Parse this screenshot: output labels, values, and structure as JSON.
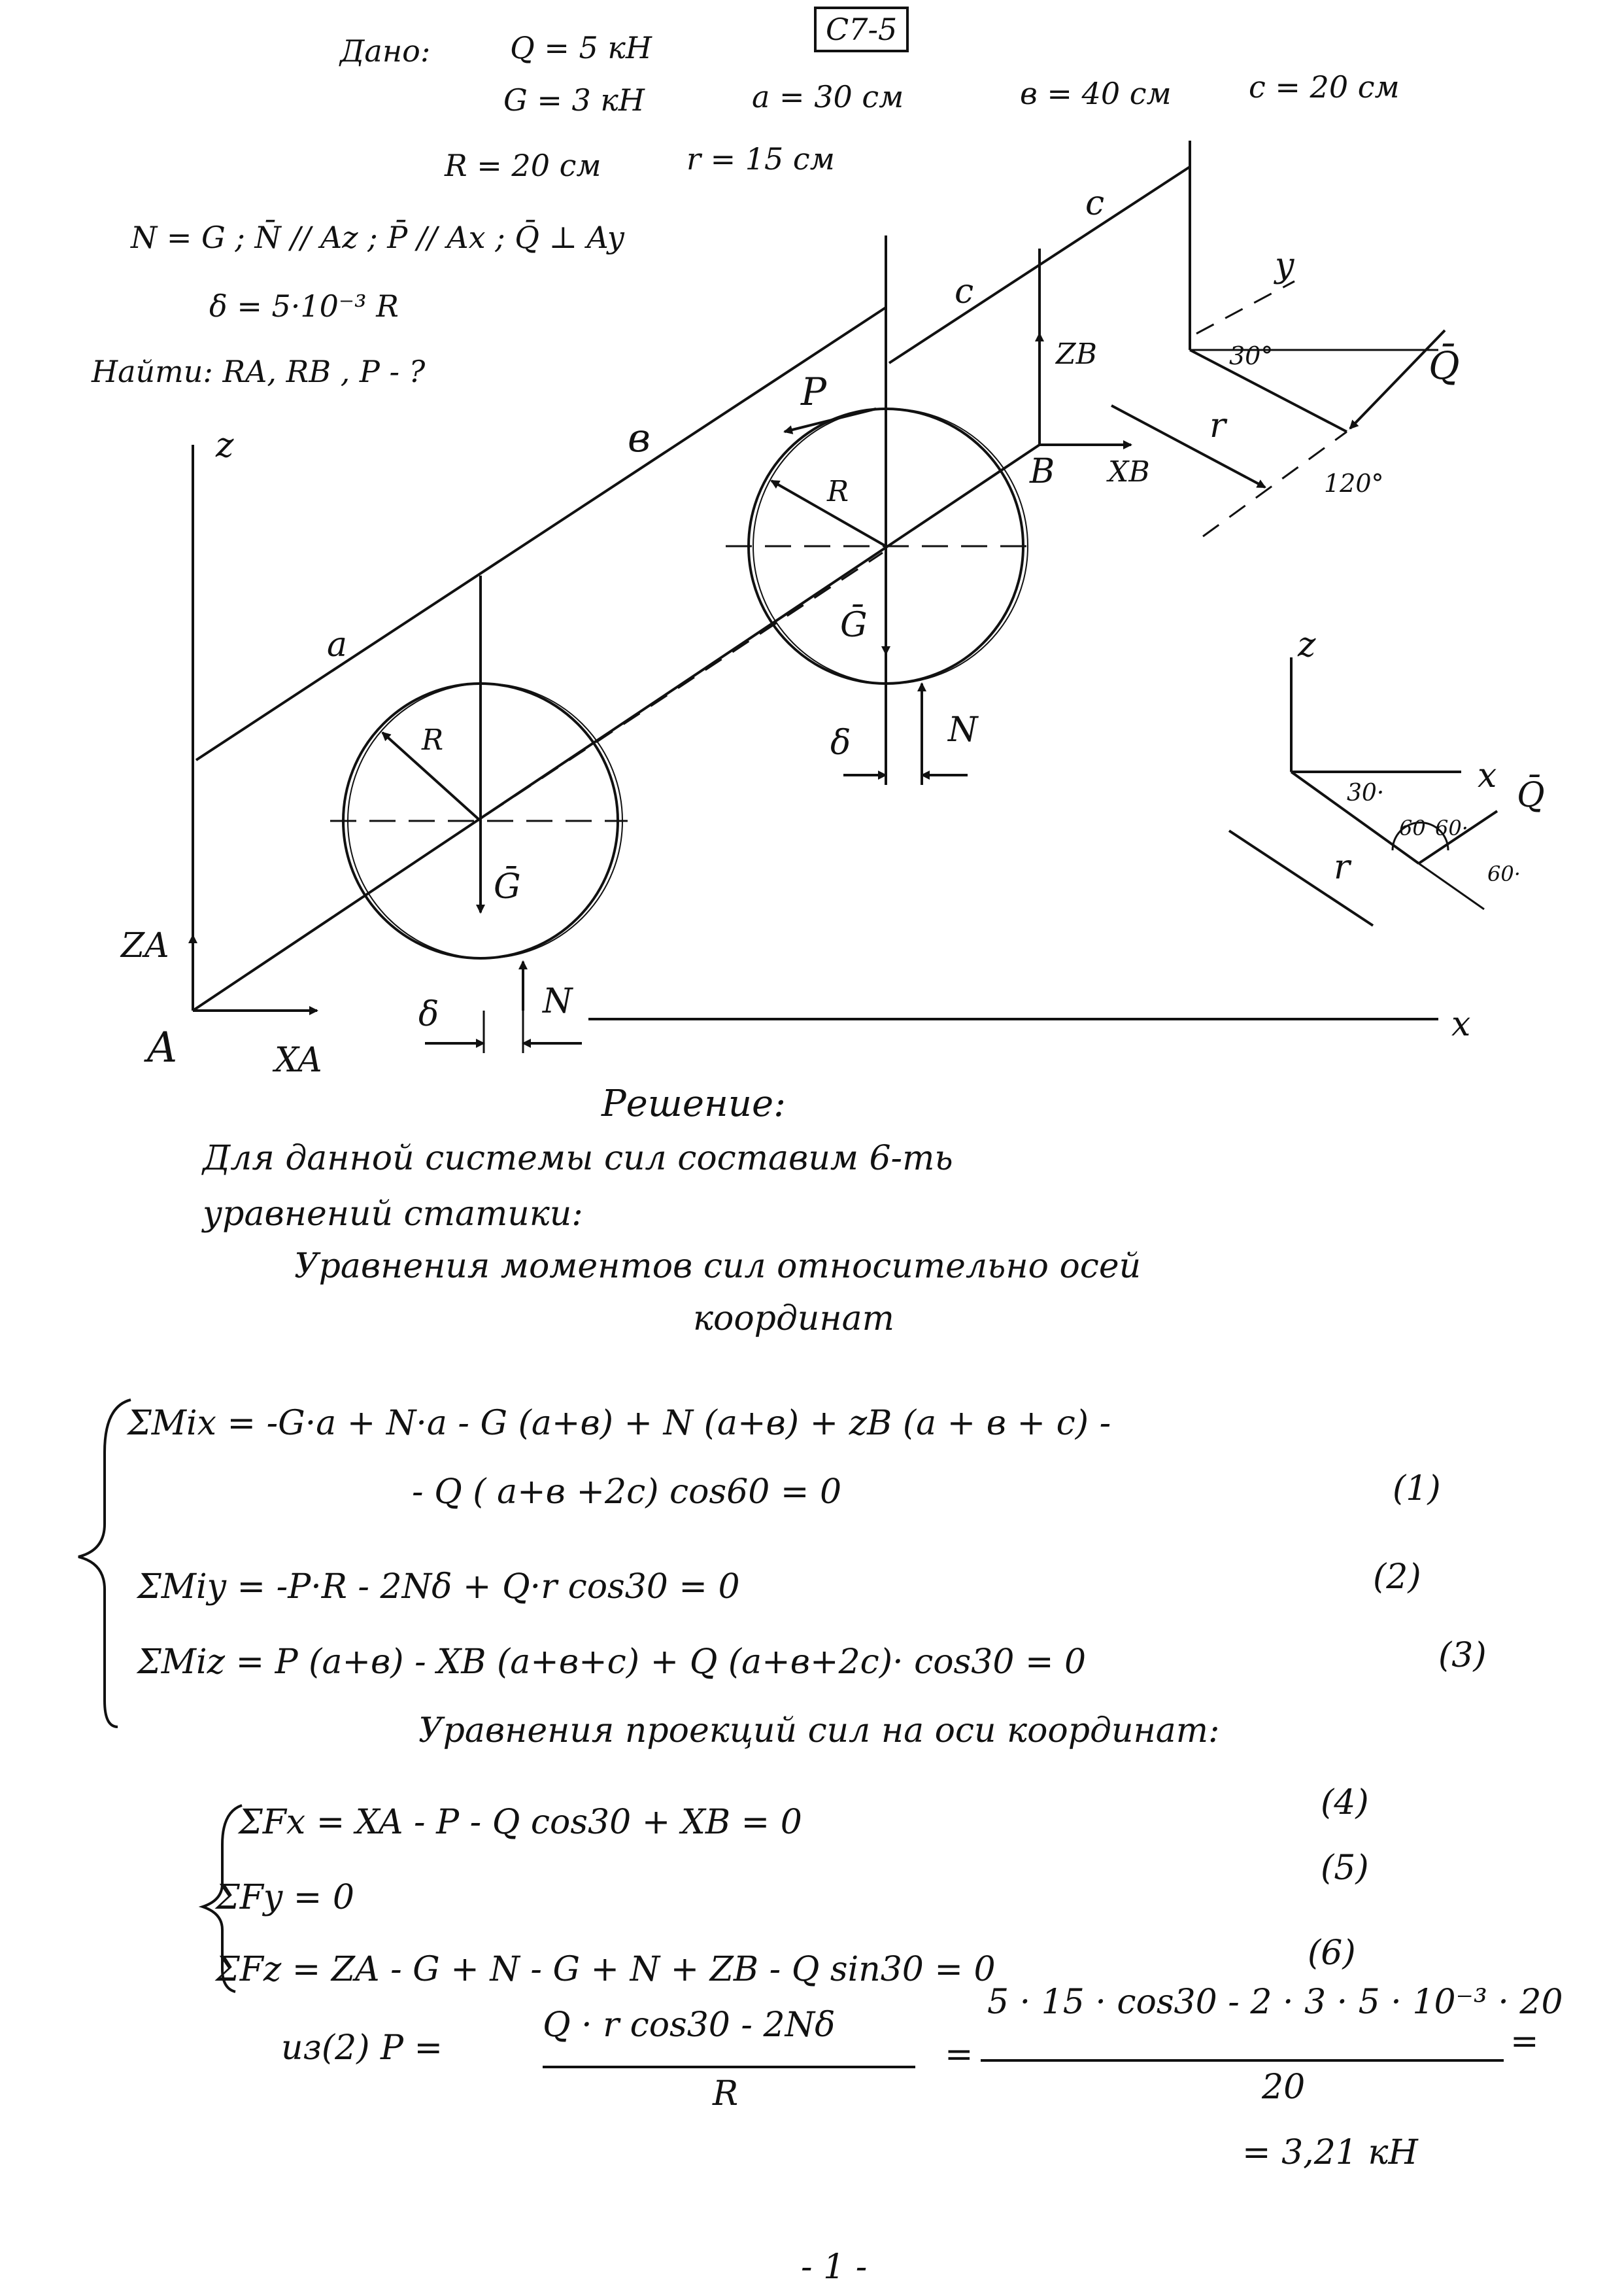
{
  "given": {
    "title": "Дано:",
    "Q": "Q = 5 кН",
    "G": "G = 3 кН",
    "a": "a = 30 см",
    "b": "в = 40 см",
    "c": "c = 20 см",
    "R": "R = 20 см",
    "r": "r = 15 см",
    "cond": "N = G ;   N̄ // Az ;  P̄ // Ax ;  Q̄ ⊥ Ay",
    "delta": "δ = 5·10⁻³ R",
    "find": "Найти:  RA, RB , P - ?"
  },
  "task_code": "С7-5",
  "figure": {
    "labels": {
      "z": "z",
      "x": "x",
      "y": "y",
      "A": "A",
      "B": "B",
      "XA": "XA",
      "ZA": "ZA",
      "XB": "XB",
      "ZB": "ZB",
      "a": "a",
      "b": "в",
      "c": "c",
      "R": "R",
      "r": "r",
      "G": "Ḡ",
      "N": "N",
      "P": "P",
      "Q": "Q̄",
      "delta": "δ",
      "ang30": "30°",
      "ang120": "120°"
    },
    "inset": {
      "z": "z",
      "x": "x",
      "Q": "Q̄",
      "r": "r",
      "ang30": "30·",
      "ang60a": "60",
      "ang60b": "60·",
      "ang60c": "60·"
    }
  },
  "solution": {
    "title": "Решение:",
    "intro1": "Для   данной   системы   сил   составим   6-ть",
    "intro2": "уравнений   статики:",
    "moments_title": "Уравнения   моментов   сил   относительно   осей",
    "moments_title2": "координат",
    "eq1a": "ΣMix =  -G·a + N·a - G (a+в) + N (a+в) + zB (a + в + c) -",
    "eq1b": "-  Q ( a+в +2c) cos60 = 0",
    "eq1n": "(1)",
    "eq2": "ΣMiy =  -P·R  - 2Nδ  + Q·r cos30  = 0",
    "eq2n": "(2)",
    "eq3": "ΣMiz =  P (a+в)  - XB (a+в+c)  + Q (a+в+2c)· cos30 = 0",
    "eq3n": "(3)",
    "proj_title": "Уравнения   проекций   сил   на   оси   координат:",
    "eq4": "ΣFx =  XA - P  - Q cos30  + XB = 0",
    "eq4n": "(4)",
    "eq5": "ΣFy = 0",
    "eq5n": "(5)",
    "eq6": "ΣFz =  ZA - G + N - G + N  + ZB  - Q sin30 = 0",
    "eq6n": "(6)",
    "from2": "из(2)   P =",
    "num1": "Q · r cos30  -  2Nδ",
    "den1": "R",
    "num2": "5 · 15 · cos30  -  2 · 3 · 5 · 10⁻³ · 20",
    "den2": "20",
    "eqsign1": "=",
    "eqsign2": "=",
    "result": "=   3,21 кН"
  },
  "page_number": "- 1 -"
}
